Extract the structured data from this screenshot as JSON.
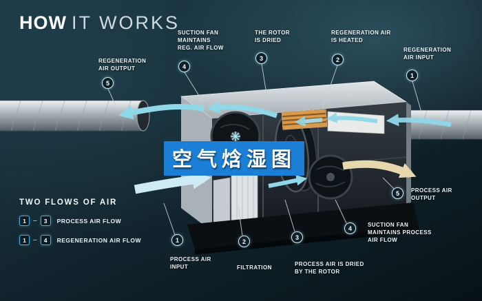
{
  "title": {
    "word_bold": "HOW",
    "word_light": "IT WORKS"
  },
  "overlay": {
    "text": "空气焓湿图",
    "background": "#1b7fd6"
  },
  "colors": {
    "background_teal": "#142933",
    "flow_cyan": "#8fd8ea",
    "flow_light_blue": "#cdeaf5",
    "process_output_tan": "#e7d8ae",
    "heater_orange": "#d89a4b",
    "badge_ring": "#d8edf5",
    "legend_badge_border": "#49aedd"
  },
  "callouts": {
    "regen_output": {
      "num": "5",
      "label": "REGENERATION\nAIR OUTPUT"
    },
    "suction_fan_reg": {
      "num": "4",
      "label": "SUCTION FAN\nMAINTAINS\nREG. AIR FLOW"
    },
    "rotor_dried": {
      "num": "3",
      "label": "THE ROTOR\nIS DRIED"
    },
    "regen_heated": {
      "num": "2",
      "label": "REGENERATION AIR\nIS HEATED"
    },
    "regen_input": {
      "num": "1",
      "label": "REGENERATION\nAIR INPUT"
    },
    "process_output": {
      "num": "5",
      "label": "PROCESS AIR\nOUTPUT"
    },
    "process_input": {
      "num": "1",
      "label": "PROCESS AIR\nINPUT"
    },
    "filtration": {
      "num": "2",
      "label": "FILTRATION"
    },
    "process_dried": {
      "num": "3",
      "label": "PROCESS AIR IS DRIED\nBY THE ROTOR"
    },
    "suction_fan_process": {
      "num": "4",
      "label": "SUCTION FAN\nMAINTAINS PROCESS\nAIR FLOW"
    }
  },
  "legend": {
    "heading": "TWO FLOWS OF AIR",
    "rows": [
      {
        "from": "1",
        "dash": "–",
        "to": "3",
        "label": "PROCESS AIR FLOW"
      },
      {
        "from": "1",
        "dash": "–",
        "to": "4",
        "label": "REGENERATION AIR FLOW"
      }
    ]
  }
}
